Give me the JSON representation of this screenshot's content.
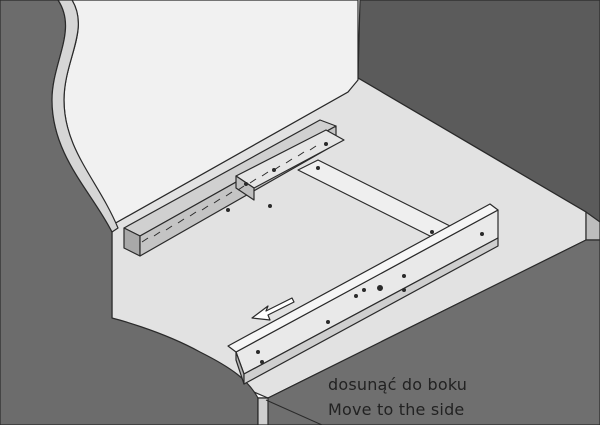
{
  "caption": {
    "polish": "dosunąć do boku",
    "english": "Move to the side"
  },
  "colors": {
    "background": "#ffffff",
    "cabinet_side": "#6f6f6f",
    "cabinet_back": "#585858",
    "floor_panel": "#e3e3e3",
    "inner_side": "#f0f0f0",
    "rail": "#d2d2d2",
    "outline": "#2a2a2a"
  },
  "icons": [
    "push-arrow-icon",
    "leader-line"
  ]
}
